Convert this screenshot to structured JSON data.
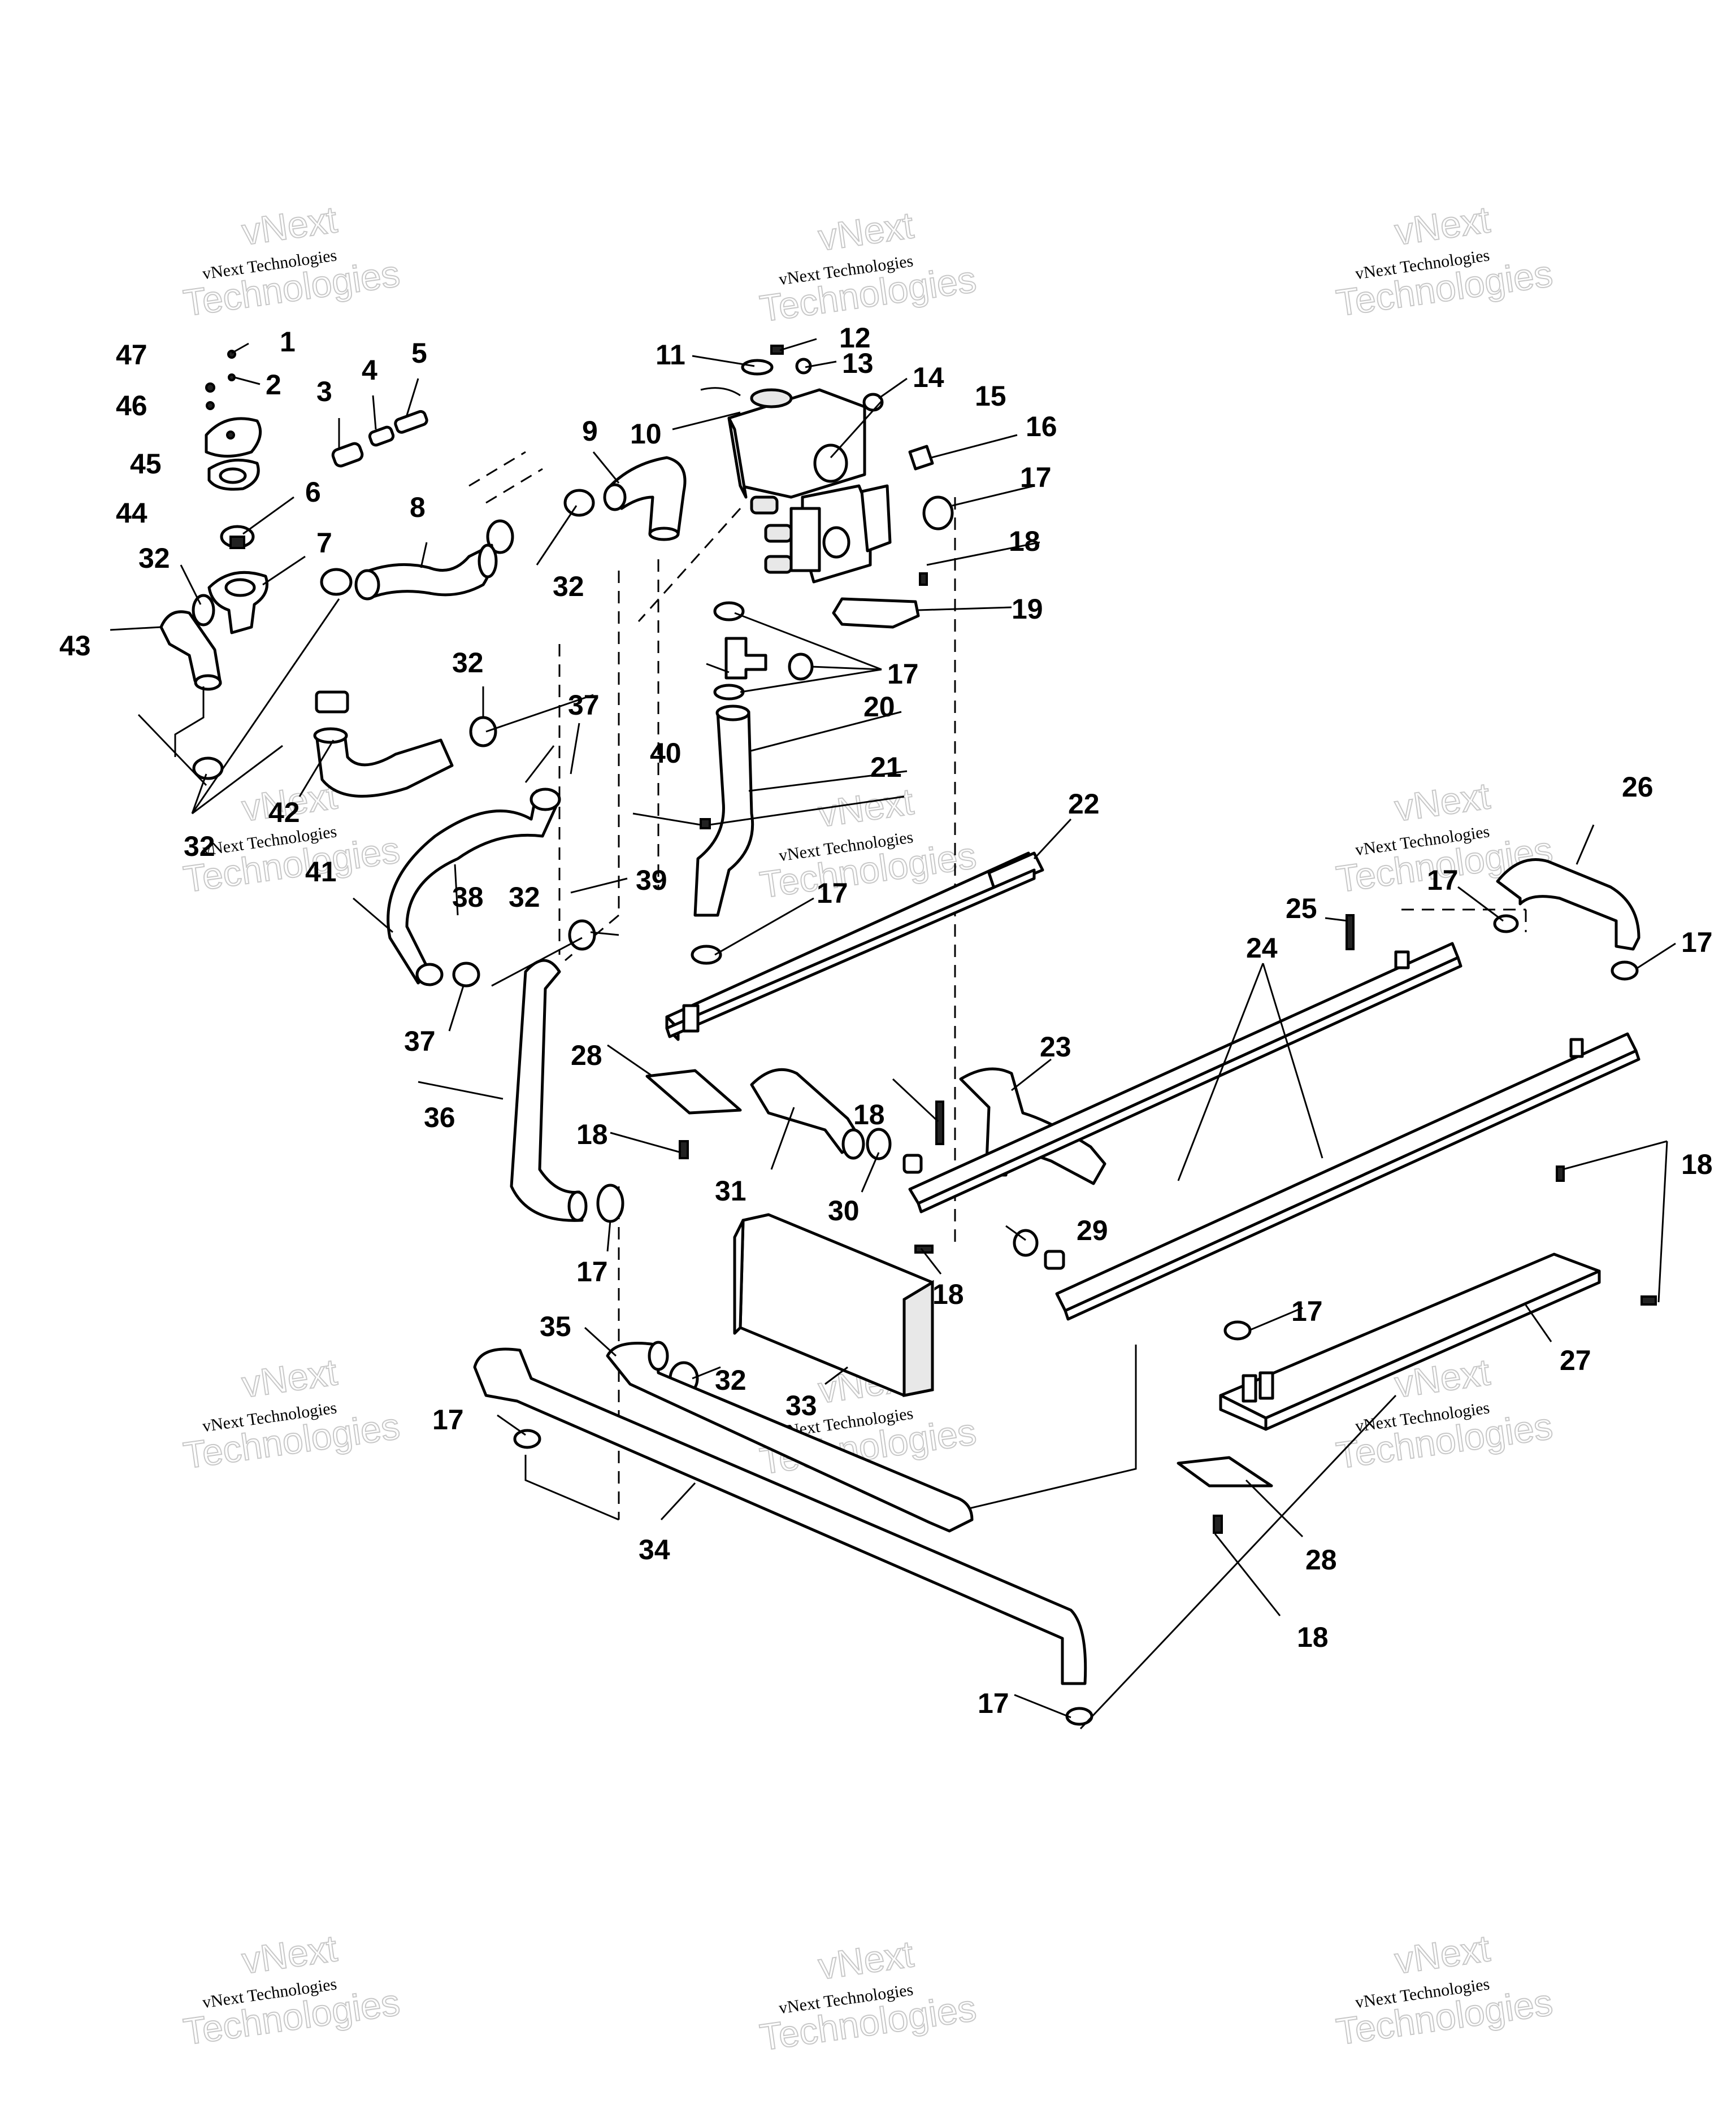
{
  "watermark": {
    "line1": "vNext",
    "line2": "vNext Technologies",
    "line3": "Technologies"
  },
  "callouts": {
    "c1": "1",
    "c2": "2",
    "c3": "3",
    "c4": "4",
    "c5": "5",
    "c6": "6",
    "c7": "7",
    "c8": "8",
    "c9": "9",
    "c10": "10",
    "c11": "11",
    "c12": "12",
    "c13": "13",
    "c14": "14",
    "c15": "15",
    "c16": "16",
    "c17": "17",
    "c18": "18",
    "c19": "19",
    "c20": "20",
    "c21": "21",
    "c22": "22",
    "c23": "23",
    "c24": "24",
    "c25": "25",
    "c26": "26",
    "c27": "27",
    "c28": "28",
    "c29": "29",
    "c30": "30",
    "c31": "31",
    "c32": "32",
    "c33": "33",
    "c34": "34",
    "c35": "35",
    "c36": "36",
    "c37": "37",
    "c38": "38",
    "c39": "39",
    "c40": "40",
    "c41": "41",
    "c42": "42",
    "c43": "43",
    "c44": "44",
    "c45": "45",
    "c46": "46",
    "c47": "47"
  }
}
